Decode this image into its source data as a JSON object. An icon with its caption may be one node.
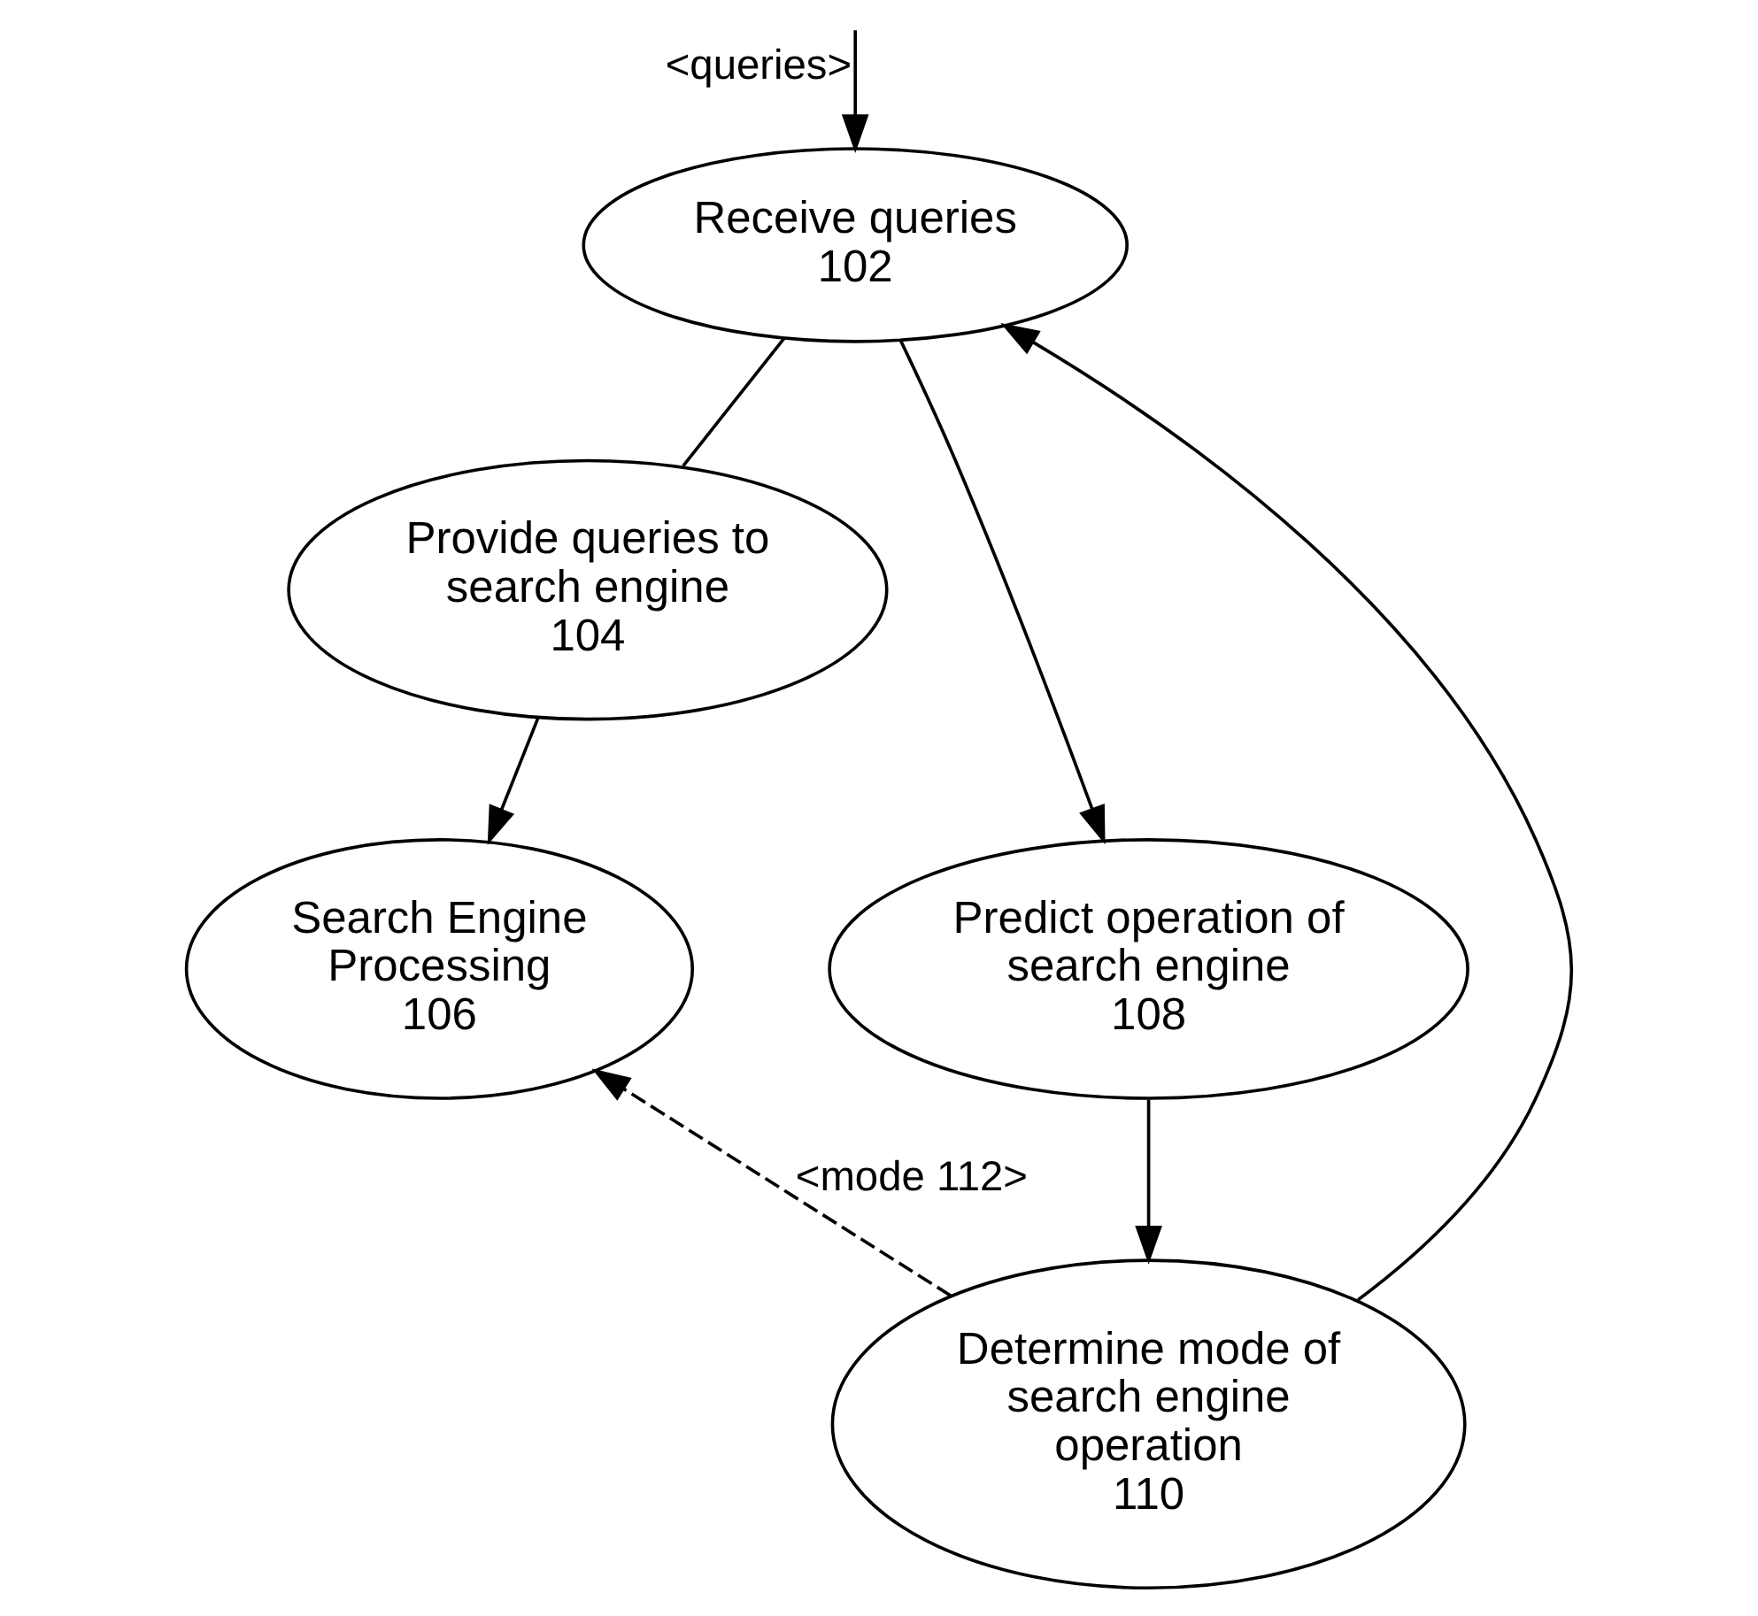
{
  "diagram": {
    "nodes": [
      {
        "text": [
          "Receive queries",
          "102"
        ]
      },
      {
        "text": [
          "Provide queries to search engine",
          "104"
        ]
      },
      {
        "text": [
          "Predict operation of search engine",
          "108"
        ]
      },
      {
        "text": [
          "Search Engine Processing",
          "106"
        ]
      },
      {
        "text": [
          "Determine mode of search engine operation",
          "110"
        ]
      }
    ],
    "edges": [
      {
        "from": null,
        "to": 0,
        "arrow": "to",
        "label": "<queries>"
      },
      {
        "from": 0,
        "to": 2,
        "arrow": "to"
      },
      {
        "from": 0,
        "to": 1,
        "arrow": "none"
      },
      {
        "from": 1,
        "to": 3,
        "arrow": "to"
      },
      {
        "from": 2,
        "to": 4,
        "arrow": "to"
      },
      {
        "from": 4,
        "to": 3,
        "arrow": "to",
        "style": "dashed",
        "label": "<mode 112>"
      },
      {
        "from": 4,
        "to": 0,
        "arrow": "to"
      }
    ]
  }
}
